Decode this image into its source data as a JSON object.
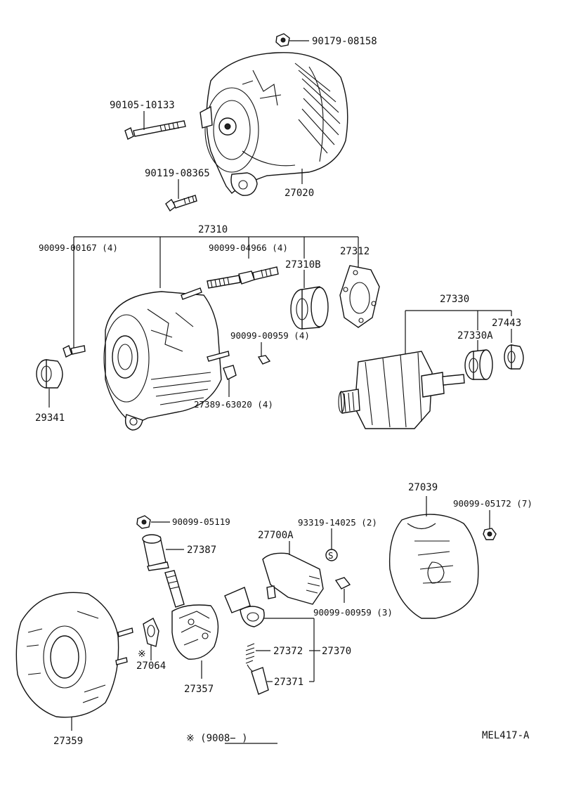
{
  "diagram": {
    "code": "MEL417-A",
    "note": "※ (9008−        )"
  },
  "labels": {
    "p90179_08158": "90179-08158",
    "p90105_10133": "90105-10133",
    "p90119_08365": "90119-08365",
    "p27020": "27020",
    "p27310": "27310",
    "p90099_00167": "90099-00167 (4)",
    "p90099_04966": "90099-04966 (4)",
    "p27312": "27312",
    "p27310B": "27310B",
    "p90099_00959a": "90099-00959 (4)",
    "p27389_63020": "27389-63020 (4)",
    "p29341": "29341",
    "p27330": "27330",
    "p27443": "27443",
    "p27330A": "27330A",
    "p27039": "27039",
    "p90099_05172": "90099-05172 (7)",
    "p90099_05119": "90099-05119",
    "p93319_14025": "93319-14025 (2)",
    "p27700A": "27700A",
    "p27387": "27387",
    "p90099_00959b": "90099-00959 (3)",
    "p27372": "27372",
    "p27370": "27370",
    "p27371": "27371",
    "p27064": "27064",
    "p27064_mark": "※",
    "p27357": "27357",
    "p27359": "27359"
  },
  "icons": {
    "s_mark": "S"
  }
}
